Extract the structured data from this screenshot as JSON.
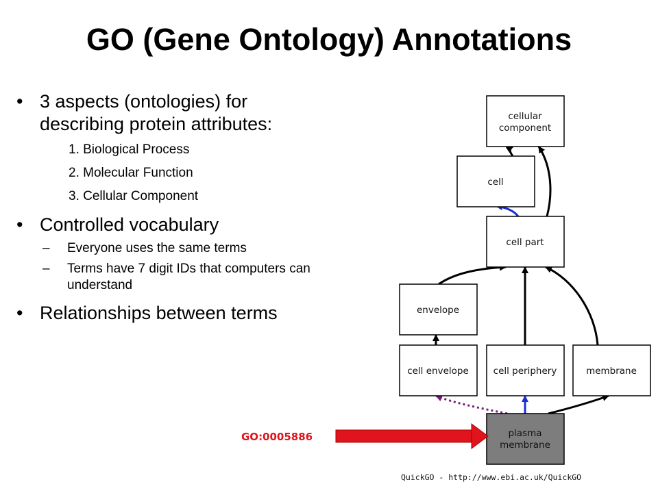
{
  "title": "GO (Gene Ontology) Annotations",
  "bullets": {
    "aspects": [
      "3 aspects (ontologies) for",
      "describing protein attributes:"
    ],
    "aspect_list": [
      "1. Biological Process",
      "2. Molecular Function",
      "3. Cellular Component"
    ],
    "vocab": "Controlled vocabulary",
    "vocab_items": [
      "Everyone uses the same terms",
      [
        "Terms have 7 digit IDs that computers can",
        "understand"
      ]
    ],
    "dash": "–",
    "relationships": "Relationships between terms"
  },
  "diagram": {
    "nodes": {
      "cellular_component": [
        "cellular",
        "component"
      ],
      "cell": "cell",
      "cell_part": "cell part",
      "envelope": "envelope",
      "cell_envelope": "cell envelope",
      "cell_periphery": "cell periphery",
      "membrane": "membrane",
      "plasma_membrane": [
        "plasma",
        "membrane"
      ]
    },
    "colors": {
      "is_a": "#000000",
      "part_of": "#1a2fd1",
      "dotted": "#7a1a7a",
      "highlight_fill": "#7d7d7d",
      "arrow": "#e0141c"
    },
    "go_id": "GO:0005886",
    "source": "QuickGO - http://www.ebi.ac.uk/QuickGO"
  }
}
